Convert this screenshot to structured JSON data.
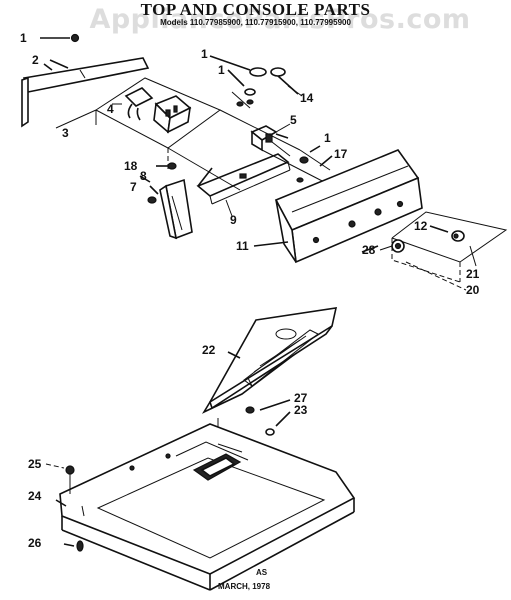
{
  "diagram": {
    "title": "TOP AND CONSOLE PARTS",
    "models": "Models 110.77985900, 110.77915900, 110.77995900",
    "watermark": "AppliancePartsPros.com",
    "date": "MARCH, 1978",
    "initials": "AS",
    "callouts": {
      "c1a": "1",
      "c2": "2",
      "c3": "3",
      "c4": "4",
      "c1b": "1",
      "c1c": "1",
      "c14": "14",
      "c5": "5",
      "c1d": "1",
      "c17": "17",
      "c18": "18",
      "c8": "8",
      "c7": "7",
      "c9": "9",
      "c11": "11",
      "c12": "12",
      "c28": "28",
      "c21": "21",
      "c20": "20",
      "c22": "22",
      "c27": "27",
      "c23": "23",
      "c25": "25",
      "c24": "24",
      "c26": "26"
    }
  }
}
